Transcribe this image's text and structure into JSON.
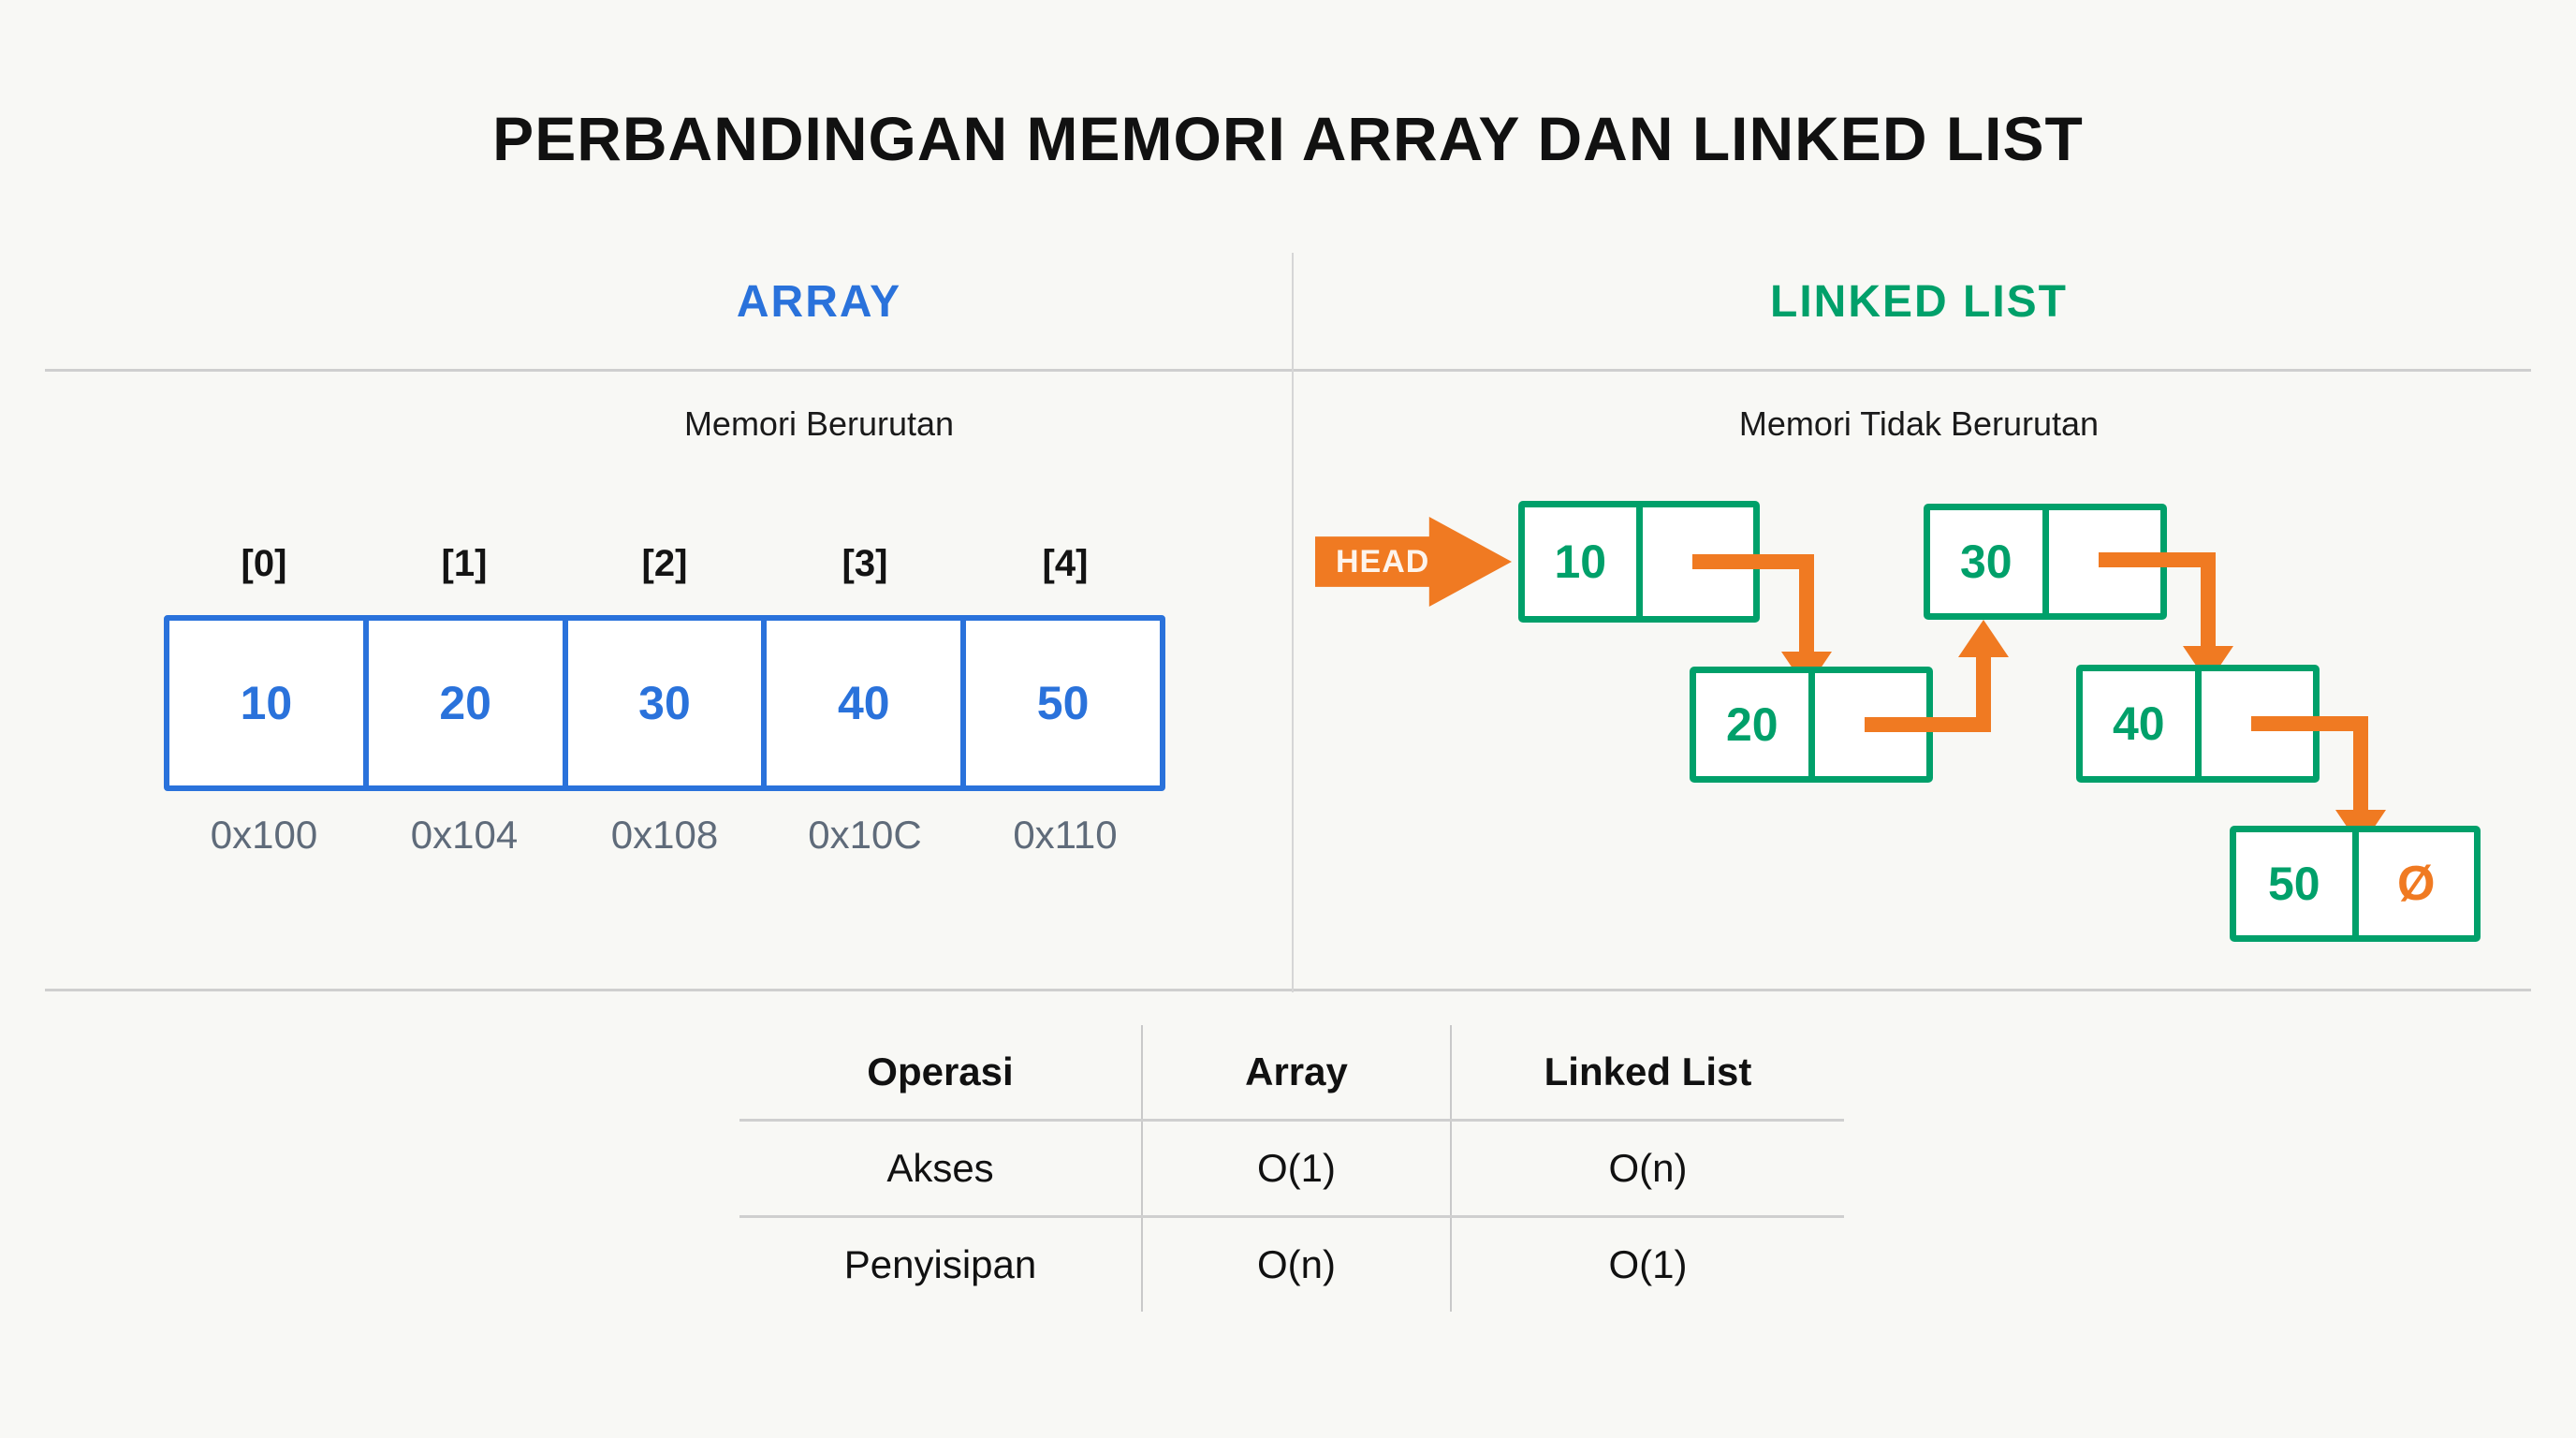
{
  "title": "PERBANDINGAN MEMORI ARRAY DAN LINKED LIST",
  "colors": {
    "background": "#F8F8F5",
    "array_accent": "#2A72DB",
    "linkedlist_accent": "#00A06A",
    "pointer_accent": "#F07A22",
    "address_text": "#5F6B7A",
    "divider": "#CFCFCF"
  },
  "array_panel": {
    "heading": "ARRAY",
    "subheading": "Memori Berurutan",
    "indices": [
      "[0]",
      "[1]",
      "[2]",
      "[3]",
      "[4]"
    ],
    "values": [
      "10",
      "20",
      "30",
      "40",
      "50"
    ],
    "addresses": [
      "0x100",
      "0x104",
      "0x108",
      "0x10C",
      "0x110"
    ]
  },
  "linkedlist_panel": {
    "heading": "LINKED LIST",
    "subheading": "Memori Tidak Berurutan",
    "head_label": "HEAD",
    "null_symbol": "Ø",
    "nodes": [
      {
        "value": "10",
        "pointer": "",
        "next": "20"
      },
      {
        "value": "20",
        "pointer": "",
        "next": "30"
      },
      {
        "value": "30",
        "pointer": "",
        "next": "40"
      },
      {
        "value": "40",
        "pointer": "",
        "next": "50"
      },
      {
        "value": "50",
        "pointer": "Ø",
        "next": null
      }
    ]
  },
  "comparison_table": {
    "headers": [
      "Operasi",
      "Array",
      "Linked List"
    ],
    "rows": [
      [
        "Akses",
        "O(1)",
        "O(n)"
      ],
      [
        "Penyisipan",
        "O(n)",
        "O(1)"
      ]
    ]
  }
}
